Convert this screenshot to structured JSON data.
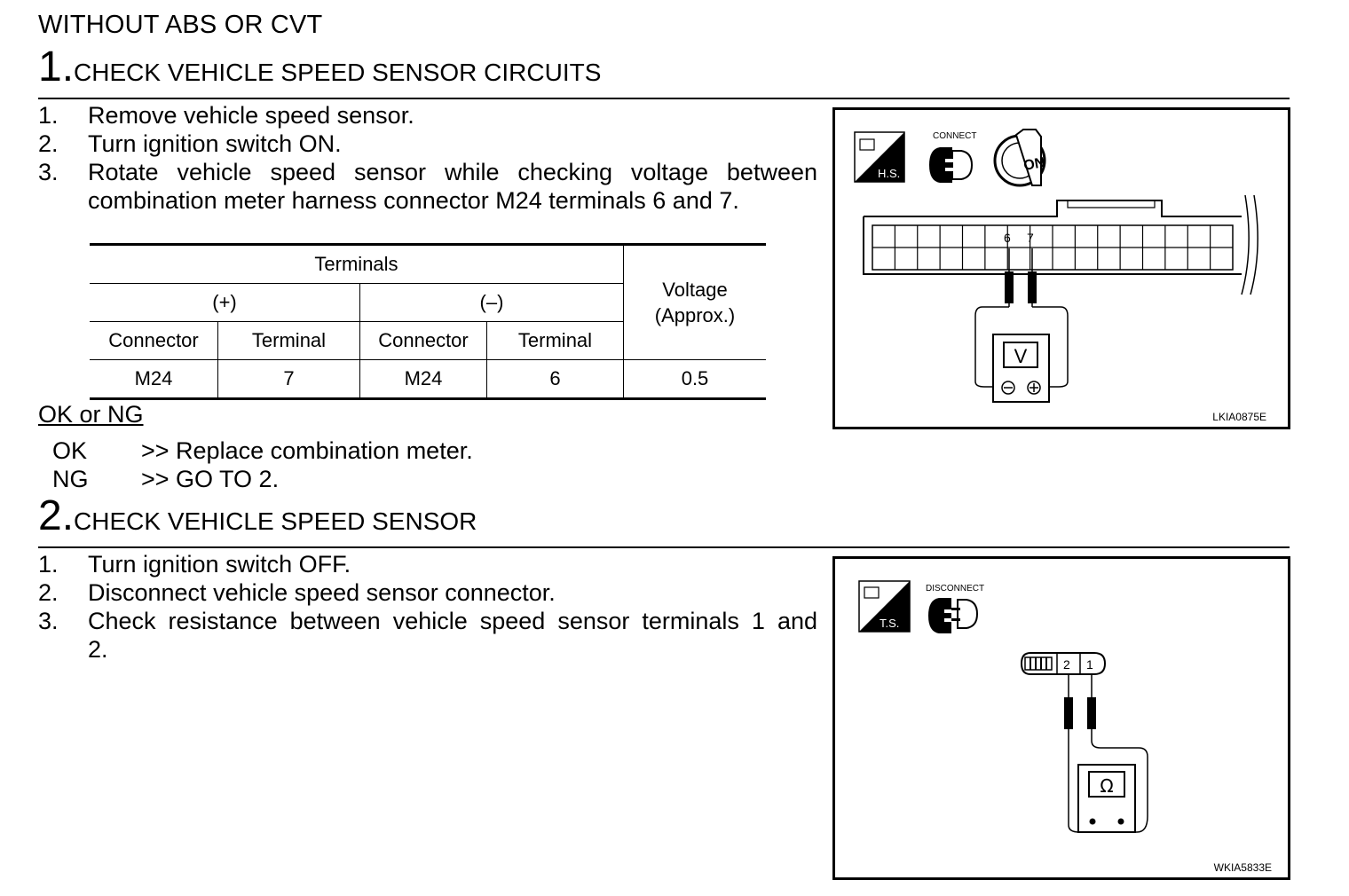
{
  "heading": "WITHOUT ABS OR CVT",
  "steps": [
    {
      "number": "1.",
      "title": "CHECK VEHICLE SPEED SENSOR CIRCUITS",
      "instructions": [
        {
          "n": "1.",
          "text": "Remove vehicle speed sensor."
        },
        {
          "n": "2.",
          "text": "Turn ignition switch ON."
        },
        {
          "n": "3.",
          "line1": "Rotate vehicle speed sensor while checking voltage between",
          "line2": "combination meter harness connector M24 terminals 6 and 7."
        }
      ],
      "table": {
        "terminals_label": "Terminals",
        "plus_label": "(+)",
        "minus_label": "(–)",
        "voltage_label_1": "Voltage",
        "voltage_label_2": "(Approx.)",
        "col_connector": "Connector",
        "col_terminal": "Terminal",
        "row": {
          "plus_connector": "M24",
          "plus_terminal": "7",
          "minus_connector": "M24",
          "minus_terminal": "6",
          "voltage": "0.5"
        }
      },
      "okng": {
        "title": "OK or NG",
        "results": [
          {
            "code": "OK",
            "action": ">> Replace combination meter."
          },
          {
            "code": "NG",
            "action": ">> GO TO 2."
          }
        ]
      },
      "diagram": {
        "tag": "H.S.",
        "connect_label": "CONNECT",
        "ignition_label": "ON",
        "pin_a": "6",
        "pin_b": "7",
        "meter_symbol": "V",
        "code": "LKIA0875E"
      }
    },
    {
      "number": "2.",
      "title": "CHECK VEHICLE SPEED SENSOR",
      "instructions": [
        {
          "n": "1.",
          "text": "Turn ignition switch OFF."
        },
        {
          "n": "2.",
          "text": "Disconnect vehicle speed sensor connector."
        },
        {
          "n": "3.",
          "line1": "Check resistance between vehicle speed sensor terminals 1 and",
          "line2": "2."
        }
      ],
      "diagram": {
        "tag": "T.S.",
        "disconnect_label": "DISCONNECT",
        "pin_a": "2",
        "pin_b": "1",
        "meter_symbol": "Ω",
        "code": "WKIA5833E"
      }
    }
  ]
}
